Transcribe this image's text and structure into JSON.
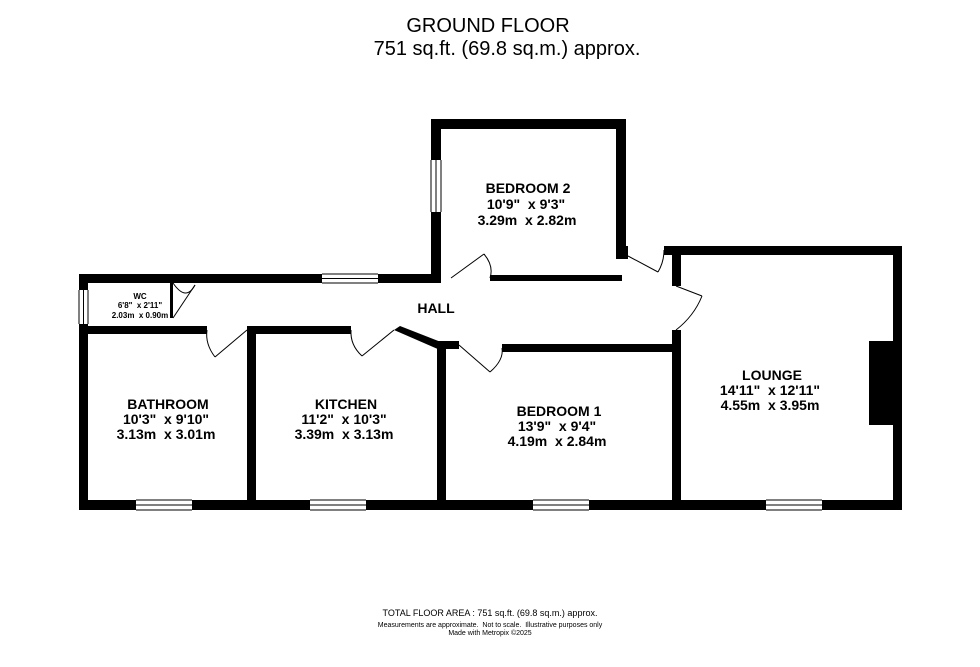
{
  "header": {
    "title": "GROUND FLOOR",
    "area": "751 sq.ft. (69.8 sq.m.) approx."
  },
  "rooms": {
    "bedroom2": {
      "name": "BEDROOM 2",
      "imperial": "10'9\"  x 9'3\"",
      "metric": "3.29m  x 2.82m"
    },
    "wc": {
      "name": "WC",
      "imperial": "6'8\"  x 2'11\"",
      "metric": "2.03m  x 0.90m"
    },
    "hall": {
      "name": "HALL"
    },
    "bathroom": {
      "name": "BATHROOM",
      "imperial": "10'3\"  x 9'10\"",
      "metric": "3.13m  x 3.01m"
    },
    "kitchen": {
      "name": "KITCHEN",
      "imperial": "11'2\"  x 10'3\"",
      "metric": "3.39m  x 3.13m"
    },
    "bedroom1": {
      "name": "BEDROOM 1",
      "imperial": "13'9\"  x 9'4\"",
      "metric": "4.19m  x 2.84m"
    },
    "lounge": {
      "name": "LOUNGE",
      "imperial": "14'11\"  x 12'11\"",
      "metric": "4.55m  x 3.95m"
    }
  },
  "footer": {
    "total": "TOTAL FLOOR AREA : 751 sq.ft. (69.8 sq.m.) approx.",
    "disclaimer": "Measurements are approximate.  Not to scale.  Illustrative purposes only",
    "credit": "Made with Metropix ©2025"
  }
}
